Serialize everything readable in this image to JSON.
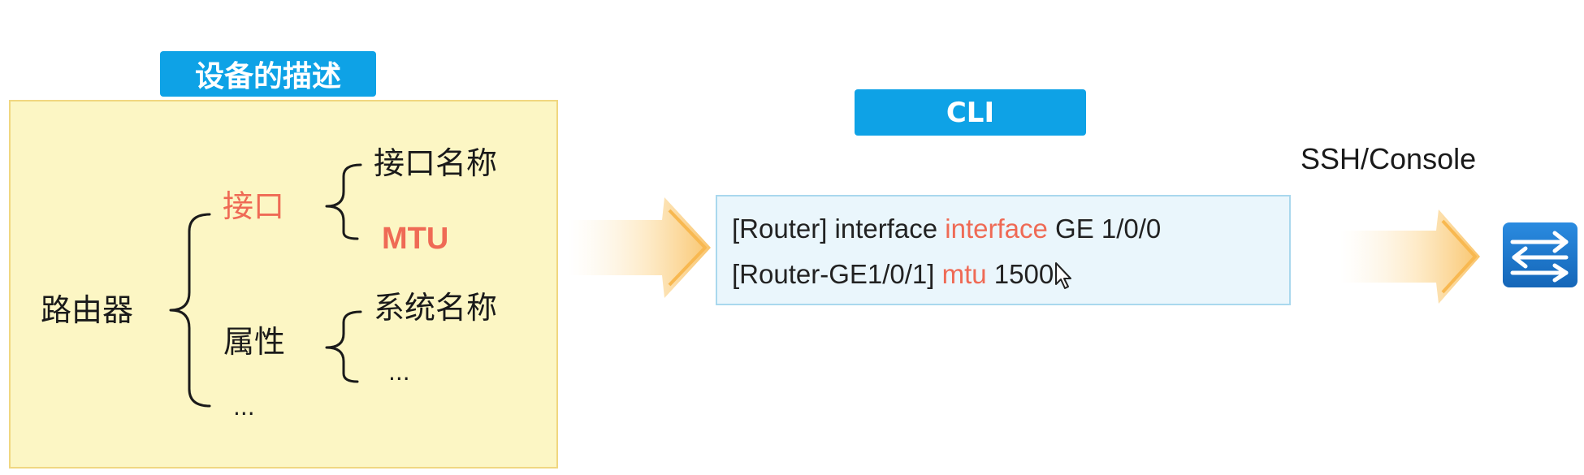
{
  "description_label": "设备的描述",
  "cli_label": "CLI",
  "tree": {
    "root": "路由器",
    "interface": "接口",
    "interface_name": "接口名称",
    "mtu": "MTU",
    "attribute": "属性",
    "system_name": "系统名称",
    "ellipsis_attr": "...",
    "ellipsis_root": "..."
  },
  "cli": {
    "line1": {
      "prefix": "[Router] interface ",
      "keyword": "interface",
      "suffix": " GE 1/0/0"
    },
    "line2": {
      "prefix": "[Router-GE1/0/1] ",
      "keyword": "mtu",
      "suffix": " 1500"
    }
  },
  "connection_label": "SSH/Console",
  "colors": {
    "tag_background": "#0ea2e6",
    "highlight_text": "#ef6a55",
    "description_box": "#fcf6c4",
    "cli_box": "#eaf6fc",
    "arrow": "#f9c46b",
    "device_icon": "#1a73c9"
  },
  "icons": {
    "device": "switch-arrows-icon",
    "cursor": "mouse-pointer-icon"
  }
}
